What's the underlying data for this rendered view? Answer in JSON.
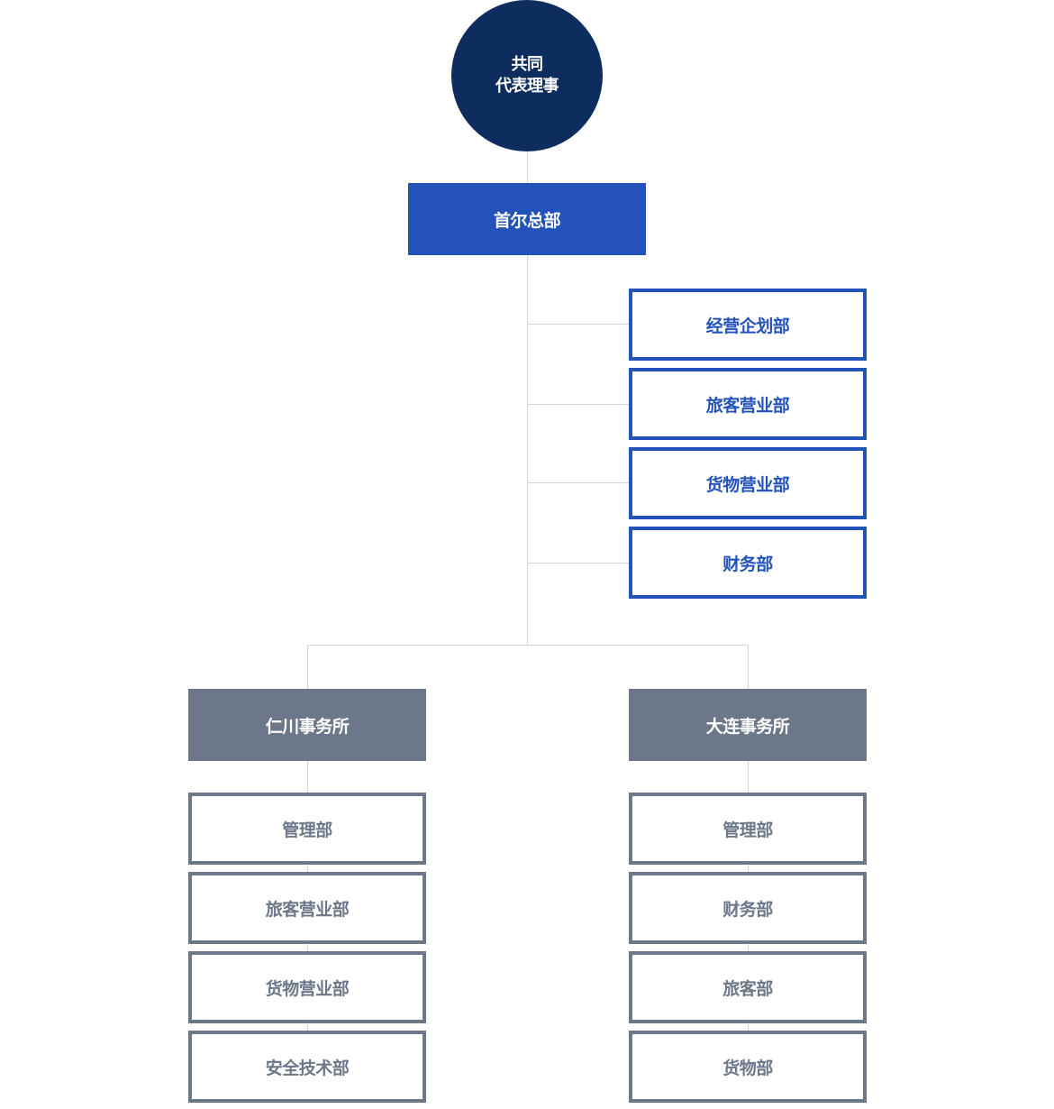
{
  "ceo": {
    "line1": "共同",
    "line2": "代表理事"
  },
  "hq": {
    "label": "首尔总部"
  },
  "hq_departments": [
    {
      "label": "经营企划部"
    },
    {
      "label": "旅客营业部"
    },
    {
      "label": "货物营业部"
    },
    {
      "label": "财务部"
    }
  ],
  "offices": [
    {
      "label": "仁川事务所",
      "departments": [
        {
          "label": "管理部"
        },
        {
          "label": "旅客营业部"
        },
        {
          "label": "货物营业部"
        },
        {
          "label": "安全技术部"
        }
      ]
    },
    {
      "label": "大连事务所",
      "departments": [
        {
          "label": "管理部"
        },
        {
          "label": "财务部"
        },
        {
          "label": "旅客部"
        },
        {
          "label": "货物部"
        }
      ]
    }
  ],
  "colors": {
    "ceo_bg": "#0c2d5e",
    "hq_blue": "#2352bb",
    "office_gray": "#6c7789",
    "connector": "#d4d4d4"
  }
}
